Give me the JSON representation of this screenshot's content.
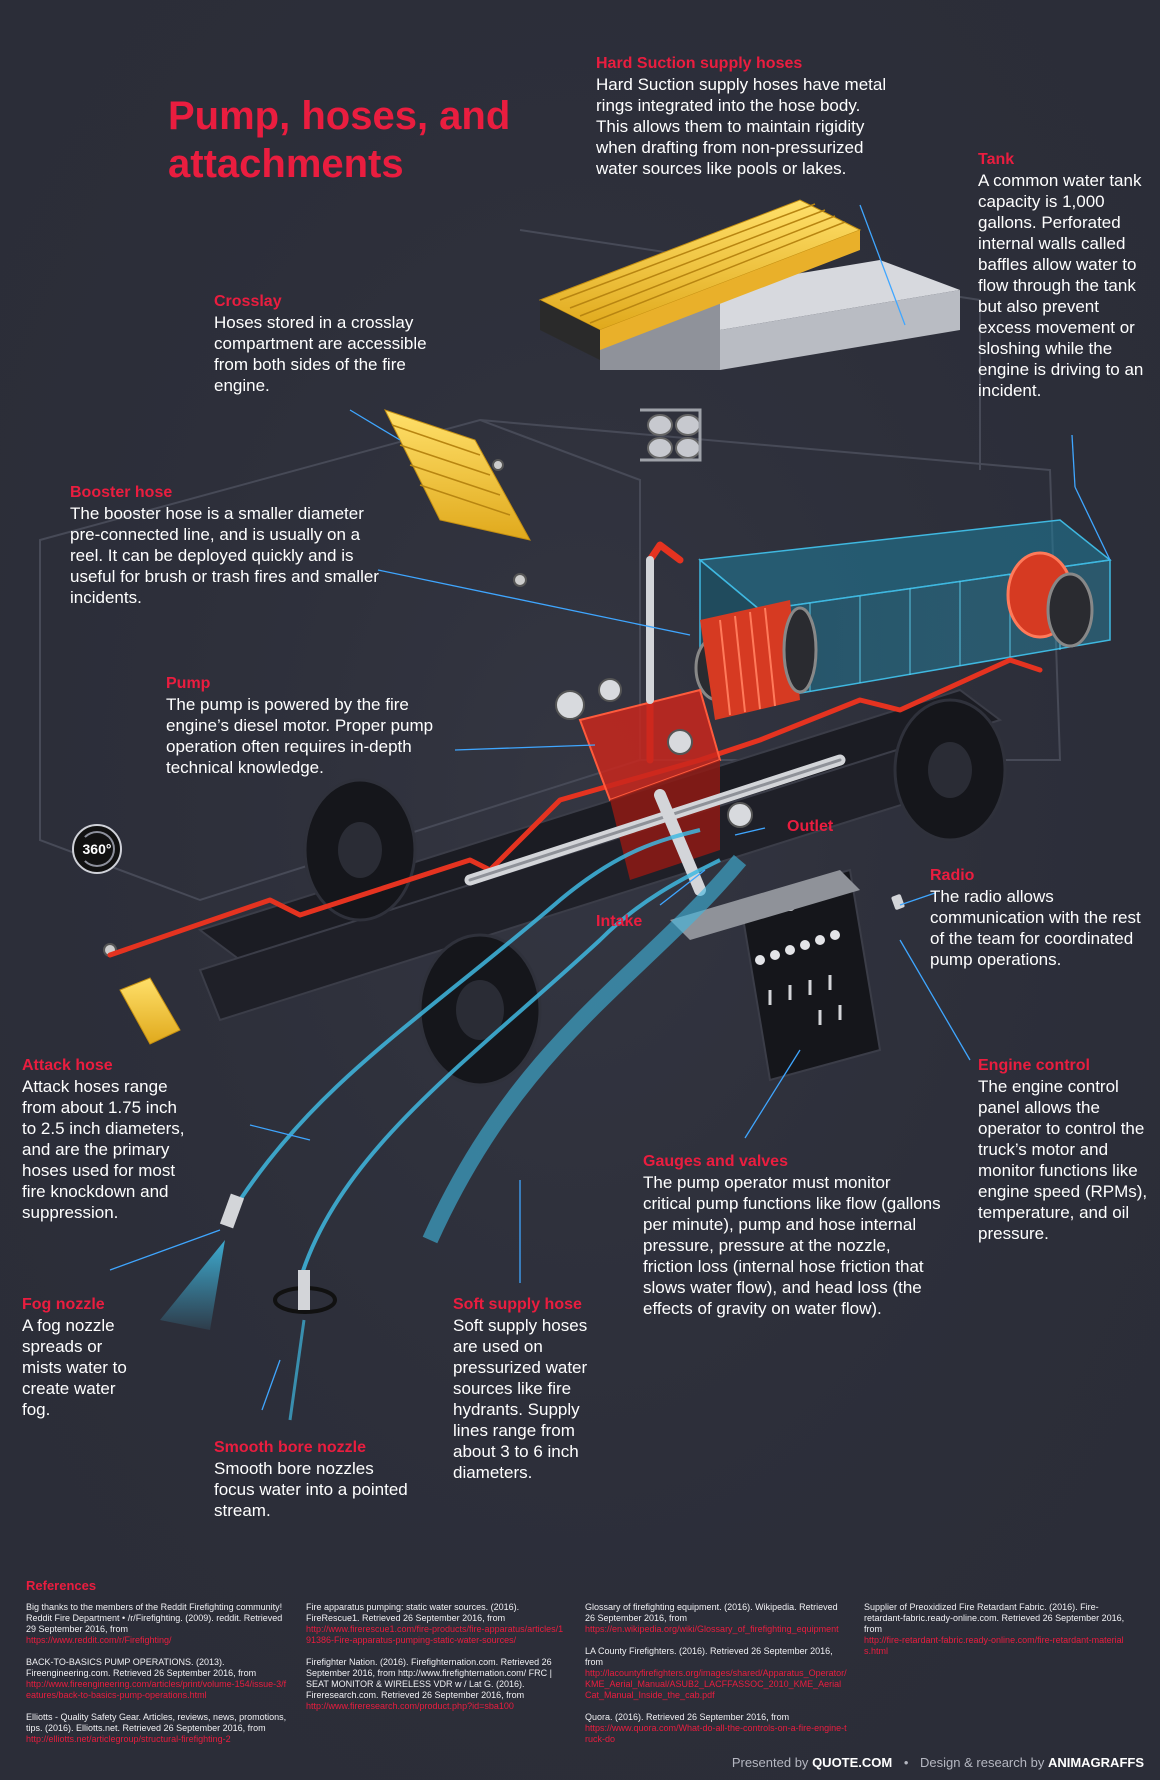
{
  "title": "Pump, hoses, and attachments",
  "rotate_button_label": "360°",
  "colors": {
    "background": "#2b2d38",
    "accent": "#ea1d3f",
    "hose_yellow": "#f3c42d",
    "tank_blue": "#2aa6c9",
    "pipe_red": "#e53320"
  },
  "sections": {
    "hard_suction": {
      "heading": "Hard Suction supply hoses",
      "text": "Hard Suction supply hoses have metal rings integrated into the hose body. This allows them to maintain rigidity when drafting from non-pressurized water sources like pools or lakes."
    },
    "tank": {
      "heading": "Tank",
      "text": "A common water tank capacity is 1,000 gallons. Perforated internal walls called baffles allow water to flow through the tank but also prevent excess movement or sloshing while the engine is driving to an incident."
    },
    "crosslay": {
      "heading": "Crosslay",
      "text": "Hoses stored in a crosslay compartment are accessible from both sides of the fire engine."
    },
    "booster_hose": {
      "heading": "Booster hose",
      "text": "The booster hose is a smaller diameter pre-connected line, and is usually on a reel. It can be deployed quickly and is useful for brush or trash fires and smaller incidents."
    },
    "pump": {
      "heading": "Pump",
      "text": "The pump is powered by the fire engine’s diesel motor. Proper pump operation often requires in-depth technical knowledge."
    },
    "radio": {
      "heading": "Radio",
      "text": "The radio allows communication with the rest of the team for coordinated pump operations."
    },
    "engine_control": {
      "heading": "Engine control",
      "text": "The engine control panel allows the operator to control the truck’s motor and monitor functions like engine speed (RPMs), temperature, and oil pressure."
    },
    "attack_hose": {
      "heading": "Attack hose",
      "text": "Attack hoses range from about 1.75 inch to 2.5 inch diameters, and are the primary hoses used for most fire knockdown and suppression."
    },
    "gauges": {
      "heading": "Gauges and valves",
      "text": "The pump operator must monitor critical pump functions like flow (gallons per minute), pump and hose internal pressure, pressure at the nozzle, friction loss (internal hose friction that slows water flow), and head loss (the effects of gravity on water flow)."
    },
    "fog_nozzle": {
      "heading": "Fog nozzle",
      "text": "A fog nozzle spreads or mists water to create water fog."
    },
    "soft_supply": {
      "heading": "Soft supply hose",
      "text": "Soft supply hoses are used on pressurized water sources like fire hydrants. Supply lines range from about 3 to 6 inch diameters."
    },
    "smooth_bore": {
      "heading": "Smooth bore nozzle",
      "text": "Smooth bore nozzles focus water into a pointed stream."
    }
  },
  "labels": {
    "outlet": "Outlet",
    "intake": "Intake"
  },
  "references": {
    "heading": "References",
    "columns": [
      [
        {
          "text": "Big thanks to the members of the Reddit Firefighting community! Reddit Fire Department • /r/Firefighting. (2009). reddit. Retrieved 29 September 2016, from",
          "url": "https://www.reddit.com/r/Firefighting/"
        },
        {
          "text": "BACK-TO-BASICS PUMP OPERATIONS. (2013). Fireengineering.com. Retrieved 26 September 2016, from",
          "url": "http://www.fireengineering.com/articles/print/volume-154/issue-3/features/back-to-basics-pump-operations.html"
        },
        {
          "text": "Elliotts - Quality Safety Gear. Articles, reviews, news, promotions, tips. (2016). Elliotts.net. Retrieved 26 September 2016, from",
          "url": "http://elliotts.net/articlegroup/structural-firefighting-2"
        }
      ],
      [
        {
          "text": "Fire apparatus pumping: static water sources. (2016). FireRescue1. Retrieved 26 September 2016, from",
          "url": "http://www.firerescue1.com/fire-products/fire-apparatus/articles/191386-Fire-apparatus-pumping-static-water-sources/"
        },
        {
          "text": "Firefighter Nation. (2016). Firefighternation.com. Retrieved 26 September 2016, from http://www.firefighternation.com/ FRC | SEAT MONITOR & WIRELESS VDR w / Lat G. (2016). Fireresearch.com. Retrieved 26 September 2016, from",
          "url": "http://www.fireresearch.com/product.php?id=sba100"
        }
      ],
      [
        {
          "text": "Glossary of firefighting equipment. (2016). Wikipedia. Retrieved 26 September 2016, from",
          "url": "https://en.wikipedia.org/wiki/Glossary_of_firefighting_equipment"
        },
        {
          "text": "LA County Firefighters. (2016). Retrieved 26 September 2016, from",
          "url": "http://lacountyfirefighters.org/images/shared/Apparatus_Operator/KME_Aerial_Manual/ASUB2_LACFFASSOC_2010_KME_AerialCat_Manual_Inside_the_cab.pdf"
        },
        {
          "text": "Quora. (2016). Retrieved 26 September 2016, from",
          "url": "https://www.quora.com/What-do-all-the-controls-on-a-fire-engine-truck-do"
        }
      ],
      [
        {
          "text": "Supplier of Preoxidized Fire Retardant Fabric. (2016). Fire-retardant-fabric.ready-online.com. Retrieved 26 September 2016, from",
          "url": "http://fire-retardant-fabric.ready-online.com/fire-retardant-materials.html"
        }
      ]
    ]
  },
  "footer": {
    "presented_by": "Presented by",
    "presenter": "QUOTE.COM",
    "design_by": "Design & research by",
    "designer": "ANIMAGRAFFS"
  }
}
